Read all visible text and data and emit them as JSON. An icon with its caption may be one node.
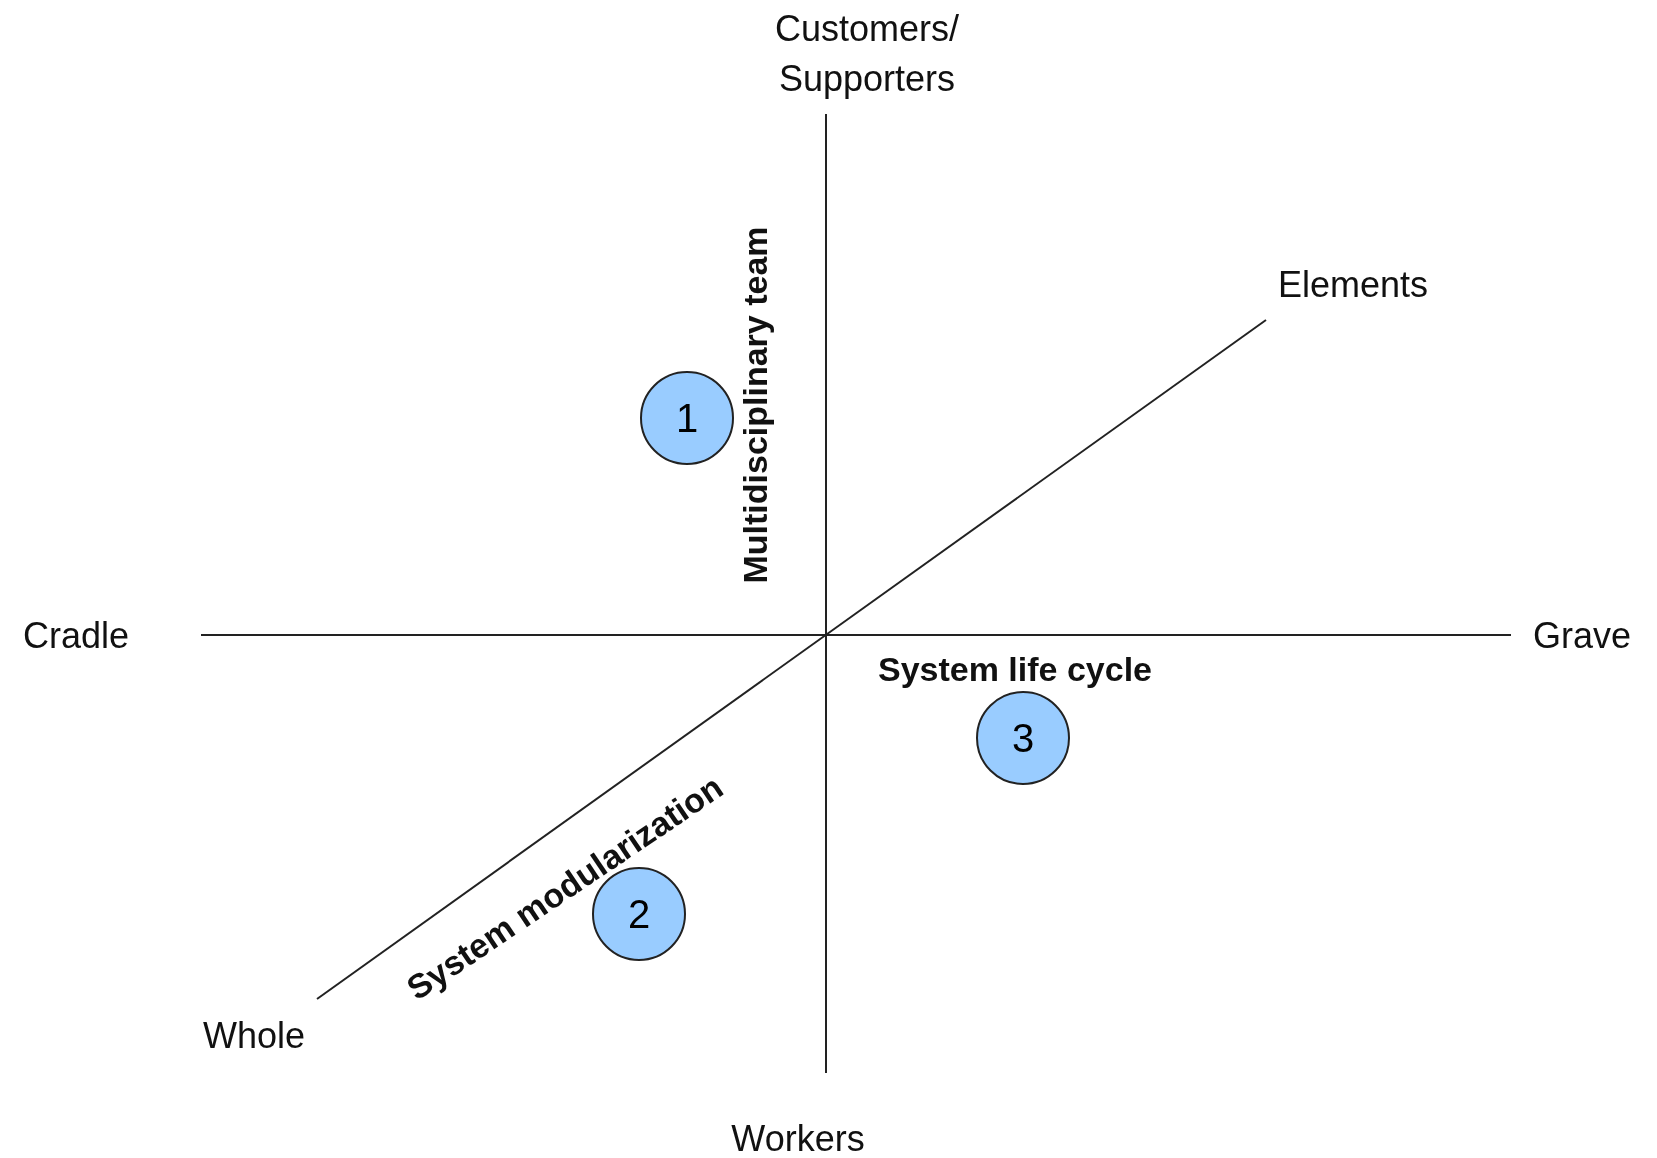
{
  "diagram": {
    "nodes": [
      {
        "text": [
          "1"
        ]
      },
      {
        "text": [
          "2"
        ]
      },
      {
        "text": [
          "3"
        ]
      }
    ],
    "labels": [
      "Customers/ Supporters",
      "Elements",
      "Multidisciplinary team",
      "Cradle",
      "Grave",
      "System life cycle",
      "System modularization",
      "Whole",
      "Workers"
    ]
  }
}
